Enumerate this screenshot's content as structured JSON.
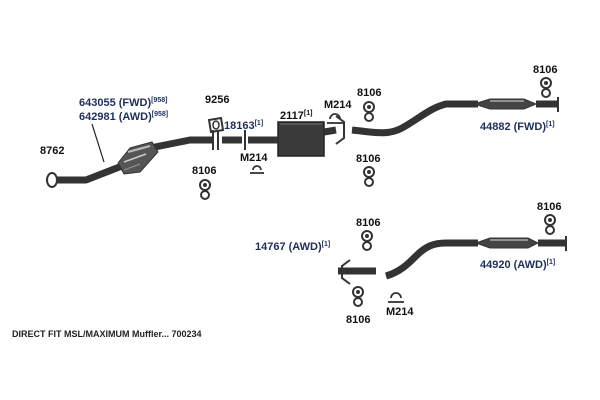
{
  "colors": {
    "pipe": "#333333",
    "label_dark": "#1f2f5a",
    "label_black": "#111111"
  },
  "parts": {
    "cat_converter_fwd": {
      "number": "643055 (FWD)",
      "ref": "[958]"
    },
    "cat_converter_awd": {
      "number": "642981 (AWD)",
      "ref": "[958]"
    },
    "front_pipe": {
      "number": "8762"
    },
    "gasket": {
      "number": "9256"
    },
    "pipe_18163": {
      "number": "18163",
      "ref": "[1]"
    },
    "muffler_2117": {
      "number": "2117",
      "ref": "[1]"
    },
    "clamp_m214_a": {
      "number": "M214"
    },
    "clamp_m214_b": {
      "number": "M214"
    },
    "clamp_m214_c": {
      "number": "M214"
    },
    "hanger_8106_a": {
      "number": "8106"
    },
    "hanger_8106_b": {
      "number": "8106"
    },
    "hanger_8106_c": {
      "number": "8106"
    },
    "hanger_8106_d": {
      "number": "8106"
    },
    "hanger_8106_e": {
      "number": "8106"
    },
    "hanger_8106_f": {
      "number": "8106"
    },
    "hanger_8106_g": {
      "number": "8106"
    },
    "tailpipe_fwd": {
      "number": "44882 (FWD)",
      "ref": "[1]"
    },
    "intermediate_awd": {
      "number": "14767 (AWD)",
      "ref": "[1]"
    },
    "tailpipe_awd": {
      "number": "44920 (AWD)",
      "ref": "[1]"
    }
  },
  "footer": {
    "caption": "DIRECT FIT MSL/MAXIMUM Muffler... 700234"
  }
}
